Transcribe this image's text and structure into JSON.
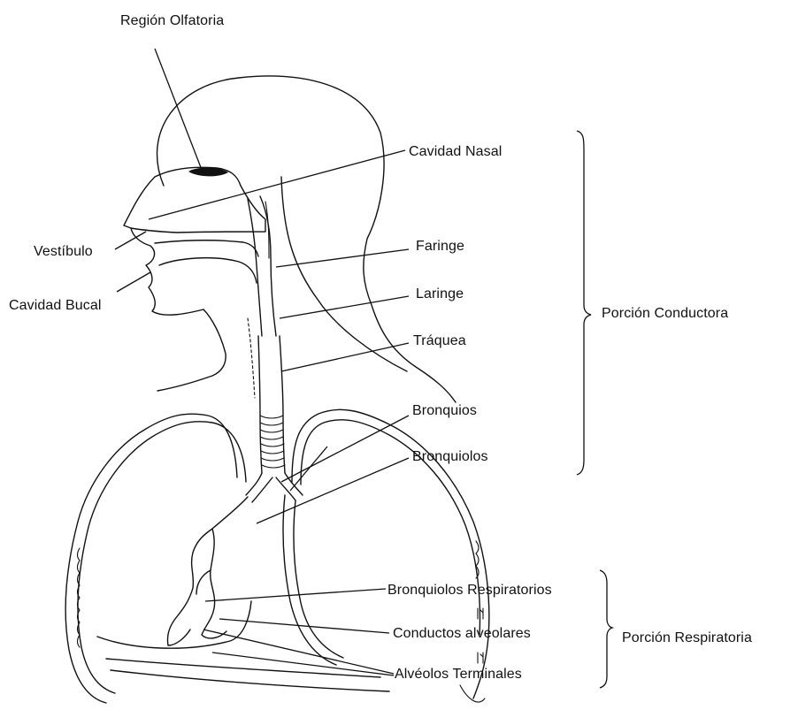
{
  "labels": {
    "region_olfatoria": "Región Olfatoria",
    "cavidad_nasal": "Cavidad Nasal",
    "vestibulo": "Vestíbulo",
    "cavidad_bucal": "Cavidad Bucal",
    "faringe": "Faringe",
    "laringe": "Laringe",
    "traquea": "Tráquea",
    "bronquios": "Bronquios",
    "bronquiolos": "Bronquiolos",
    "bronquiolos_respiratorios": "Bronquiolos Respiratorios",
    "conductos_alveolares": "Conductos alveolares",
    "alveolos_terminales": "Alvéolos Terminales"
  },
  "groups": {
    "porcion_conductora": "Porción Conductora",
    "porcion_respiratoria": "Porción Respiratoria"
  }
}
